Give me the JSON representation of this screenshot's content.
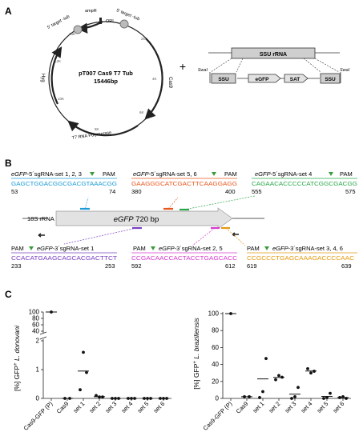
{
  "panels": {
    "a": "A",
    "b": "B",
    "c": "C"
  },
  "plasmid": {
    "name": "pT007 Cas9 T7 Tub",
    "size": "15446bp",
    "features": {
      "ampR": "ampR",
      "ori": "ORI",
      "target5_left": "5' target -tub",
      "target5_right": "5' target -tub",
      "cas9": "Cas9",
      "t7": "T7 RNA Polymerase",
      "hygro": "Hyg"
    },
    "ticks": [
      "14K",
      "2K",
      "12K",
      "4K",
      "10K",
      "6K",
      "8K"
    ]
  },
  "plus_sign": "+",
  "cassette": {
    "ssu_rrna": "SSU rRNA",
    "swai_left": "SwaI",
    "swai_right": "SwaI",
    "ssu_left": "SSU",
    "egfp": "eGFP",
    "sat": "SAT",
    "ssu_right": "SSU"
  },
  "sgrna": {
    "gene": "eGFP",
    "pam": "PAM",
    "top": [
      {
        "set": "-5´sgRNA-set 1, 2, 3",
        "seq": "GAGCTGGACGGCGACGTAAACGG",
        "start": "53",
        "end": "74",
        "color": "#1a9bd7"
      },
      {
        "set": "-5´sgRNA-set 5, 6",
        "seq": "GAAGGGCATCGACTTCAAGGAGG",
        "start": "380",
        "end": "400",
        "color": "#e8561c"
      },
      {
        "set": "-5´sgRNA-set 4",
        "seq": "CAGAACACCCCCATCGGCGACGG",
        "start": "555",
        "end": "575",
        "color": "#2aa74a"
      }
    ],
    "bottom": [
      {
        "set": "-3´sgRNA-set 1",
        "seq": "CCACATGAAGCAGCACGACTTCT",
        "start": "233",
        "end": "253",
        "color": "#7a3fc4"
      },
      {
        "set": "-3´sgRNA-set 2, 5",
        "seq": "CCGACAACCACTACCTGAGCACC",
        "start": "592",
        "end": "612",
        "color": "#d63ad0"
      },
      {
        "set": "-3´sgRNA-set 3, 4, 6",
        "seq": "CCGCCCTGAGCAAAGACCCCAAC",
        "start": "619",
        "end": "639",
        "color": "#e39a0f"
      }
    ],
    "rrna_label": "18S rRNA",
    "gene_bar": {
      "name": "eGFP",
      "size": "720 bp"
    }
  },
  "colors": {
    "pam_marker": "#3c9a3c",
    "gene_bar": "#e2e2e2",
    "cassette_box": "#cfcfcf"
  },
  "chart_data": [
    {
      "type": "scatter",
      "ylabel_parts": [
        "[%] GFP",
        "+",
        "L. donovani"
      ],
      "categories": [
        "Cas9-GFP (P)",
        "Cas9",
        "set 1",
        "set 2",
        "set 3",
        "set 4",
        "set 5",
        "set 6"
      ],
      "points": [
        [
          100
        ],
        [
          0,
          0
        ],
        [
          0.3,
          1.6,
          0.9
        ],
        [
          0.1,
          0.05,
          0.05
        ],
        [
          0,
          0,
          0
        ],
        [
          0,
          0,
          0
        ],
        [
          0,
          0,
          0
        ],
        [
          0,
          0,
          0
        ]
      ],
      "means": [
        100,
        0,
        0.95,
        0.06,
        0,
        0,
        0,
        0
      ],
      "yticks_lower": [
        "0",
        "1",
        "2"
      ],
      "yticks_upper": [
        "40",
        "60",
        "80",
        "100"
      ],
      "ylim_lower": [
        0,
        2
      ],
      "ylim_upper": [
        40,
        100
      ]
    },
    {
      "type": "scatter",
      "ylabel_parts": [
        "[%] GFP",
        "+",
        "L. braziliensis"
      ],
      "categories": [
        "Cas9-GFP (P)",
        "Cas9",
        "set 1",
        "set 2",
        "set 3",
        "set 4",
        "set 5",
        "set 6"
      ],
      "points": [
        [
          100
        ],
        [
          2,
          2
        ],
        [
          1,
          8,
          47
        ],
        [
          22,
          27,
          25
        ],
        [
          0,
          2,
          13
        ],
        [
          35,
          30,
          32
        ],
        [
          0,
          1,
          6
        ],
        [
          1,
          2,
          0
        ]
      ],
      "means": [
        100,
        2,
        23,
        24.7,
        5,
        32.3,
        2.3,
        1
      ],
      "yticks": [
        "0",
        "20",
        "40",
        "60",
        "80",
        "100"
      ],
      "ylim": [
        0,
        100
      ]
    }
  ]
}
